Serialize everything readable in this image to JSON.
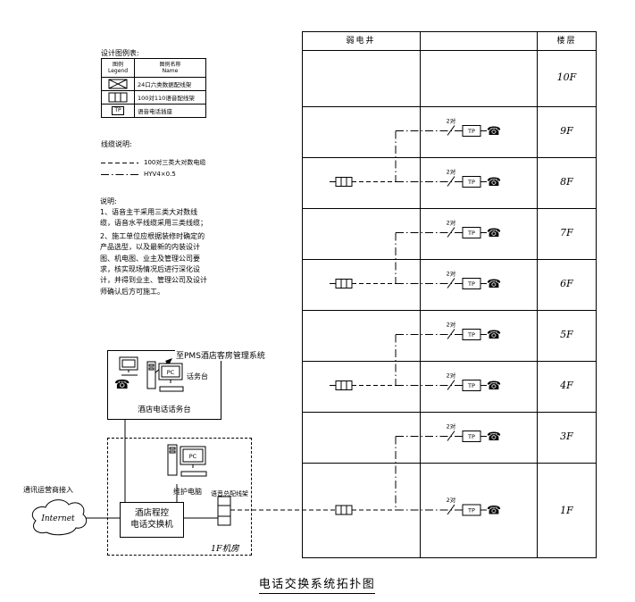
{
  "page": {
    "title": "电话交换系统拓扑图"
  },
  "icons": {
    "phone": "☎"
  },
  "legend": {
    "title": "设计图例表:",
    "headers": {
      "col1_zh": "图例",
      "col1_en": "Legend",
      "col2_zh": "图例名称",
      "col2_en": "Name"
    },
    "rows": [
      {
        "symbol": "data-patch-panel",
        "name": "24口六类数据配线架"
      },
      {
        "symbol": "voice-patch-panel",
        "name": "100对110语音配线架"
      },
      {
        "symbol": "tp-socket",
        "symbol_label": "TP",
        "name": "语音电话插座"
      }
    ]
  },
  "cables": {
    "title": "线缆说明:",
    "items": [
      {
        "style": "dashed",
        "name": "100对三类大对数电缆"
      },
      {
        "style": "dashdot",
        "name": "HYV4×0.5"
      }
    ]
  },
  "notes": {
    "title": "说明:",
    "items": [
      "1、语音主干采用三类大对数线缆，语音水平线缆采用三类线缆；",
      "2、施工单位应根据装修时确定的产品选型，以及最新的内装设计图、机电图、业主及管理公司要求，核实现场情况后进行深化设计，并得到业主、管理公司及设计师确认后方可施工。"
    ]
  },
  "grid": {
    "header": {
      "shaft": "弱电井",
      "floor": "楼层"
    },
    "tp_label": "TP",
    "floors": [
      {
        "label": "10F",
        "type": "empty"
      },
      {
        "label": "9F",
        "type": "riser",
        "tick_label": "2对"
      },
      {
        "label": "8F",
        "type": "panel",
        "tick_label": "2对"
      },
      {
        "label": "7F",
        "type": "riser",
        "tick_label": "2对"
      },
      {
        "label": "6F",
        "type": "panel",
        "tick_label": "2对"
      },
      {
        "label": "5F",
        "type": "riser",
        "tick_label": "2对"
      },
      {
        "label": "4F",
        "type": "panel",
        "tick_label": "2对"
      },
      {
        "label": "3F",
        "type": "riser",
        "tick_label": "2对"
      },
      {
        "label": "1F",
        "type": "panel-main",
        "tick_label": "2对"
      }
    ]
  },
  "console": {
    "pms_label": "至PMS酒店客房管理系统",
    "pc_label": "PC",
    "operator_label": "话务台",
    "caption": "酒店电话话务台"
  },
  "machine_room": {
    "room_label": "1F机房",
    "pc_label": "PC",
    "maintenance_label": "维护电脑",
    "mdf_label": "语音总配线架",
    "pbx_line1": "酒店程控",
    "pbx_line2": "电话交换机",
    "internet_label": "Internet",
    "carrier_label": "通讯运营商接入"
  }
}
